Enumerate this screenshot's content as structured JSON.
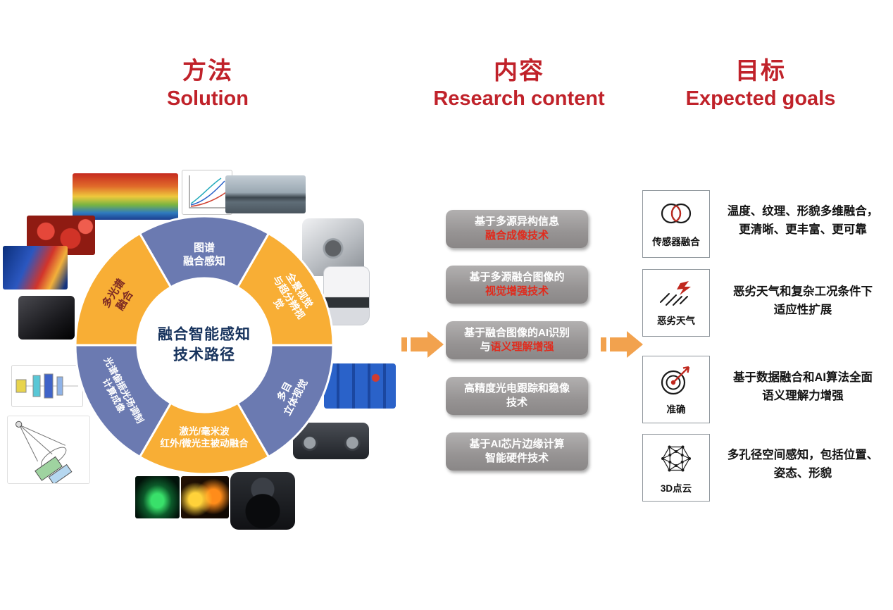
{
  "headers": [
    {
      "zh": "方法",
      "en": "Solution"
    },
    {
      "zh": "内容",
      "en": "Research content"
    },
    {
      "zh": "目标",
      "en": "Expected goals"
    }
  ],
  "colors": {
    "header_red": "#c0222a",
    "arrow_orange": "#f2a24e",
    "research_box_gray": "#969393",
    "highlight_red": "#e02b1d",
    "donut_blue": "#6b7ab1",
    "donut_yellow": "#f8ae35",
    "center_text_navy": "#16325c"
  },
  "donut": {
    "center_label": "融合智能感知\n技术路径",
    "segments": [
      {
        "label": "图谱\n融合感知",
        "color": "blue"
      },
      {
        "label": "全景视觉\n与超分辨视觉",
        "color": "yellow"
      },
      {
        "label": "多目\n立体视觉",
        "color": "blue"
      },
      {
        "label": "激光/毫米波\n红外/微光主被动融合",
        "color": "yellow"
      },
      {
        "label": "光谱偏振光场调制\n计算成像",
        "color": "blue"
      },
      {
        "label": "多光谱\n融合",
        "color": "yellow"
      }
    ],
    "surrounding_images": [
      "thermal-fruit-3d",
      "line-chart",
      "pipeline-photo",
      "red-apples",
      "thermal-scene",
      "cube-sensor",
      "dome-camera",
      "black-speaker",
      "lens-array-diagram",
      "optics-schematic",
      "blue-blocks",
      "stereo-camera",
      "sonar-display",
      "thermal-people",
      "gimbal-camera"
    ]
  },
  "research": {
    "items": [
      {
        "line1": "基于多源异构信息",
        "line2_white": "",
        "line2_red": "融合成像技术"
      },
      {
        "line1": "基于多源融合图像的",
        "line2_white": "",
        "line2_red": "视觉增强技术"
      },
      {
        "line1": "基于融合图像的AI识别",
        "line2_white": "与",
        "line2_red": "语义理解增强"
      },
      {
        "line1": "高精度光电跟踪和稳像",
        "line2_white": "技术",
        "line2_red": ""
      },
      {
        "line1": "基于AI芯片边缘计算",
        "line2_white": "智能硬件技术",
        "line2_red": ""
      }
    ]
  },
  "goals": [
    {
      "icon": "sensor-fusion-icon",
      "label": "传感器融合",
      "desc": "温度、纹理、形貌多维融合，\n更清晰、更丰富、更可靠"
    },
    {
      "icon": "bad-weather-icon",
      "label": "恶劣天气",
      "desc": "恶劣天气和复杂工况条件下\n适应性扩展"
    },
    {
      "icon": "target-accuracy-icon",
      "label": "准确",
      "desc": "基于数据融合和AI算法全面\n语义理解力增强"
    },
    {
      "icon": "point-cloud-icon",
      "label": "3D点云",
      "desc": "多孔径空间感知，包括位置、\n姿态、形貌"
    }
  ]
}
